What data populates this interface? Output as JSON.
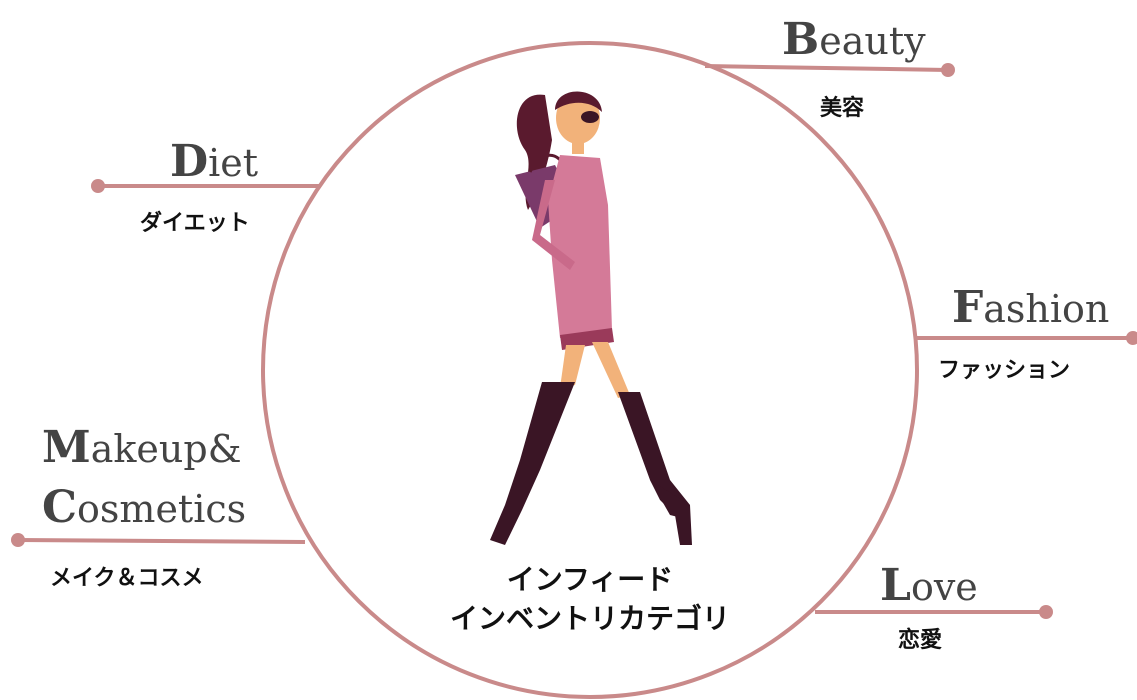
{
  "center": {
    "line1": "インフィード",
    "line2": "インベントリカテゴリ"
  },
  "categories": [
    {
      "key": "beauty",
      "cap": "B",
      "rest": "eauty",
      "jp": "美容"
    },
    {
      "key": "diet",
      "cap": "D",
      "rest": "iet",
      "jp": "ダイエット"
    },
    {
      "key": "fashion",
      "cap": "F",
      "rest": "ashion",
      "jp": "ファッション"
    },
    {
      "key": "makeup",
      "cap1": "M",
      "rest1": "akeup&",
      "cap2": "C",
      "rest2": "osmetics",
      "jp": "メイク＆コスメ"
    },
    {
      "key": "love",
      "cap": "L",
      "rest": "ove",
      "jp": "恋愛"
    }
  ],
  "colors": {
    "ring": "#c98a8a",
    "dress": "#d47a98",
    "hair": "#5a1a2e",
    "boots": "#3a1525",
    "skin": "#f2b27a",
    "bag": "#7a3a6a"
  }
}
